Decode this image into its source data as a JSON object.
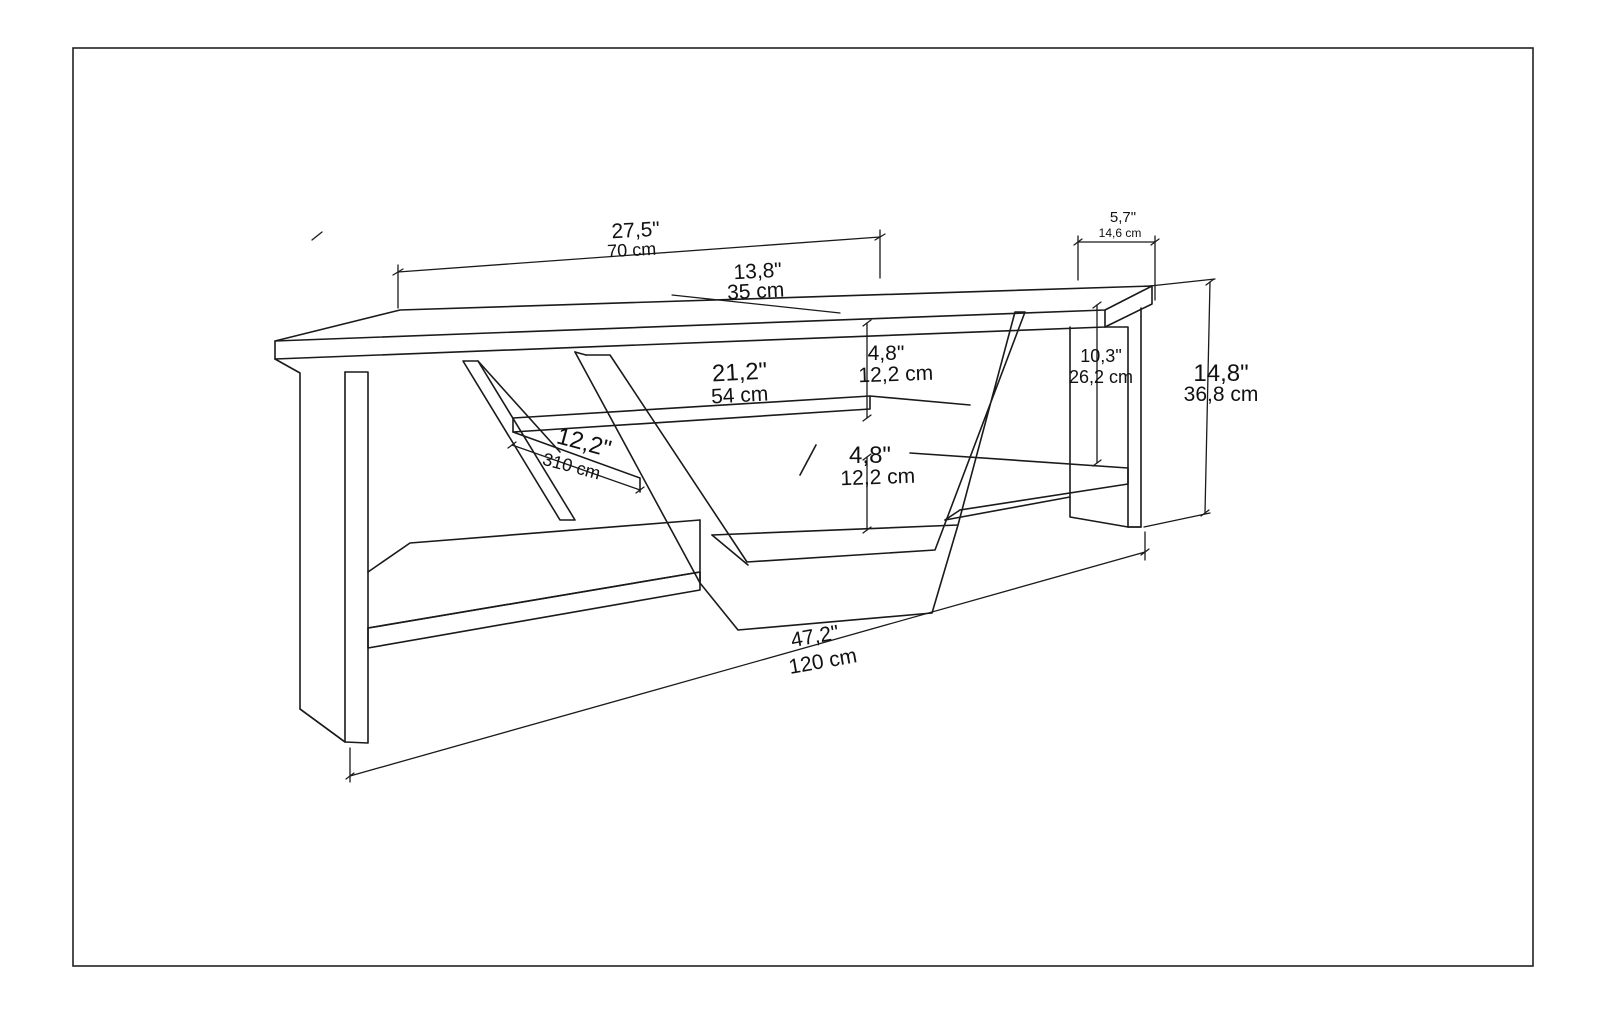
{
  "colors": {
    "background": "#ffffff",
    "line": "#1a1a1a",
    "border": "#222222"
  },
  "dimensions": {
    "top_depth": {
      "inch": "27,5\"",
      "cm": "70 cm"
    },
    "top_inner_depth": {
      "inch": "13,8\"",
      "cm": "35 cm"
    },
    "side_depth": {
      "inch": "5,7\"",
      "cm": "14,6 cm"
    },
    "upper_clearance": {
      "inch": "4,8\"",
      "cm": "12,2 cm"
    },
    "shelf_width": {
      "inch": "21,2\"",
      "cm": "54 cm"
    },
    "right_inner_height": {
      "inch": "10,3\"",
      "cm": "26,2 cm"
    },
    "total_height": {
      "inch": "14,8\"",
      "cm": "36,8 cm"
    },
    "shelf_depth": {
      "inch": "12,2\"",
      "cm": "310 cm"
    },
    "lower_clearance": {
      "inch": "4,8\"",
      "cm": "12,2 cm"
    },
    "total_width": {
      "inch": "47,2\"",
      "cm": "120 cm"
    }
  }
}
